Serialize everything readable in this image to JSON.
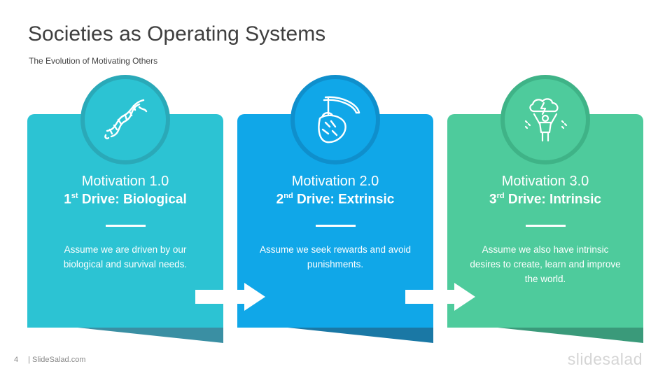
{
  "slide": {
    "title": "Societies as Operating Systems",
    "subtitle": "The Evolution of Motivating Others",
    "page_number": "4",
    "footer_text": "| SlideSalad.com",
    "brand": "slidesalad"
  },
  "cards": [
    {
      "heading": "Motivation 1.0",
      "ordinal": "1",
      "ordinal_suffix": "st",
      "drive": "Drive: Biological",
      "description": "Assume we are driven by our biological and survival needs.",
      "icon": "dna-icon",
      "color": "#2cc3d3",
      "fold_color": "#3a8fa3",
      "ring_color": "#2aa9b8"
    },
    {
      "heading": "Motivation 2.0",
      "ordinal": "2",
      "ordinal_suffix": "nd",
      "drive": "Drive: Extrinsic",
      "description": "Assume we seek rewards and avoid punishments.",
      "icon": "carrot-on-stick-icon",
      "color": "#10a7e8",
      "fold_color": "#1a78a5",
      "ring_color": "#0f8fcc"
    },
    {
      "heading": "Motivation 3.0",
      "ordinal": "3",
      "ordinal_suffix": "rd",
      "drive": "Drive: Intrinsic",
      "description": "Assume we also have intrinsic desires to create, learn and improve the world.",
      "icon": "creative-mind-icon",
      "color": "#4ecb9c",
      "fold_color": "#3a9a7a",
      "ring_color": "#3fb387"
    }
  ]
}
